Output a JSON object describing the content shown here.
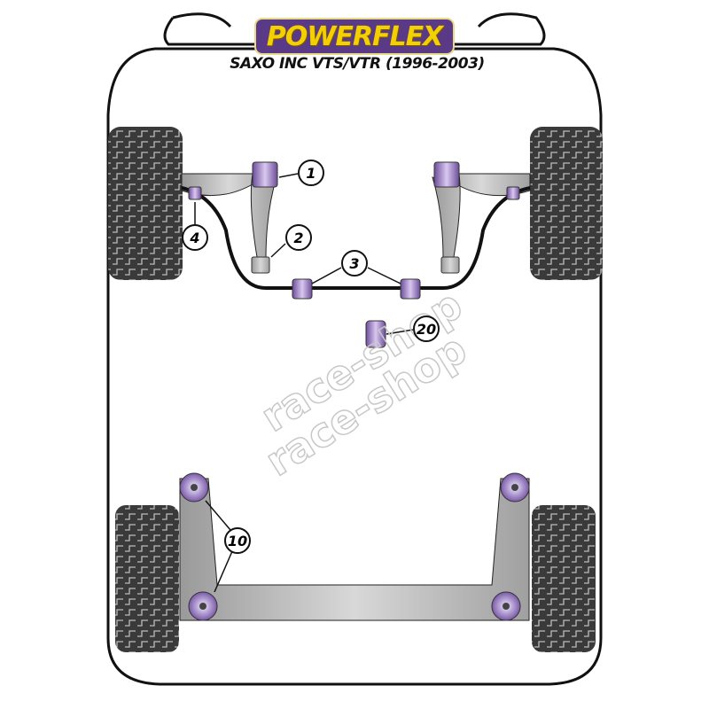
{
  "brand": {
    "logo_text": "POWERFLEX",
    "vehicle_title": "SAXO INC VTS/VTR (1996-2003)"
  },
  "callouts": [
    {
      "label": "1",
      "part": "front-wishbone-front-bush"
    },
    {
      "label": "2",
      "part": "front-wishbone-rear-bush"
    },
    {
      "label": "3",
      "part": "anti-roll-bar-bush"
    },
    {
      "label": "4",
      "part": "anti-roll-bar-link-bush"
    },
    {
      "label": "20",
      "part": "gearbox-mount"
    },
    {
      "label": "10",
      "part": "rear-beam-mount-bush"
    }
  ],
  "watermark": {
    "text": "race-shop"
  },
  "colors": {
    "bush_purple": "#9b7fc0",
    "arm_grey": "#b9b9b9",
    "tyre": "#3a3a3a",
    "logo_bg": "#5a3a86",
    "logo_text": "#f4d000"
  }
}
